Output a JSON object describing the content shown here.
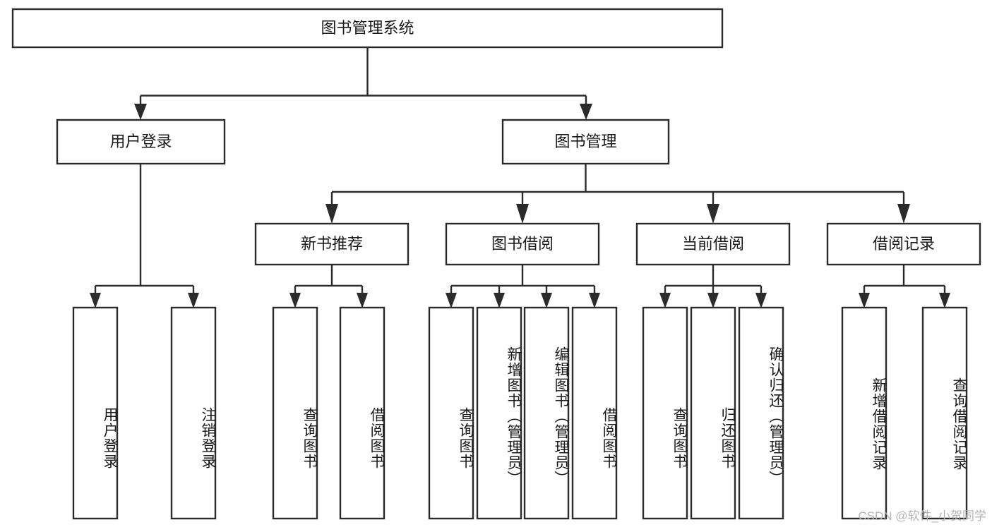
{
  "diagram": {
    "type": "tree-hierarchy",
    "title": "图书管理系统",
    "watermark": "CSDN @软件_小贺同学",
    "colors": {
      "box_fill": "#ffffff",
      "box_stroke": "#2b2b2b",
      "text": "#1a1a1a",
      "background": "#ffffff",
      "watermark": "#b4b4b4"
    },
    "root": {
      "label": "图书管理系统"
    },
    "level2": [
      {
        "label": "用户登录"
      },
      {
        "label": "图书管理"
      }
    ],
    "level3": [
      {
        "label": "新书推荐"
      },
      {
        "label": "图书借阅"
      },
      {
        "label": "当前借阅"
      },
      {
        "label": "借阅记录"
      }
    ],
    "leaves": {
      "user_login": [
        {
          "label": "用户登录"
        },
        {
          "label": "注销登录"
        }
      ],
      "new_book_recommend": [
        {
          "label": "查询图书"
        },
        {
          "label": "借阅图书"
        }
      ],
      "book_borrow": [
        {
          "label": "查询图书"
        },
        {
          "label": "新增图书（管理员）"
        },
        {
          "label": "编辑图书（管理员）"
        },
        {
          "label": "借阅图书"
        }
      ],
      "current_borrow": [
        {
          "label": "查询图书"
        },
        {
          "label": "归还图书"
        },
        {
          "label": "确认归还（管理员）"
        }
      ],
      "borrow_record": [
        {
          "label": "新增借阅记录"
        },
        {
          "label": "查询借阅记录"
        }
      ]
    }
  }
}
